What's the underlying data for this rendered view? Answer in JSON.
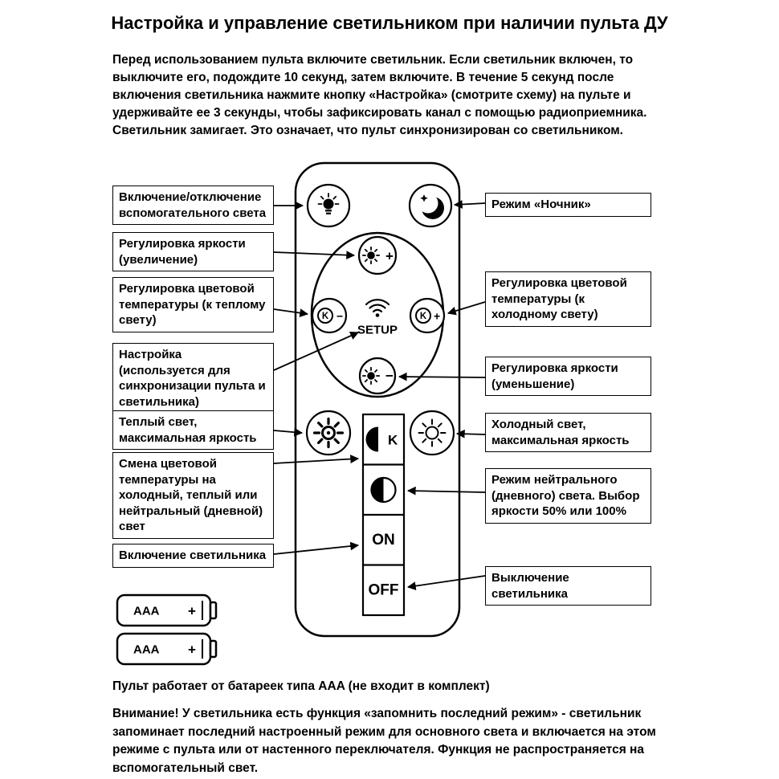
{
  "page": {
    "title": "Настройка и управление светильником при наличии пульта ДУ",
    "intro": "Перед использованием пульта включите светильник. Если светильник включен, то выключите его, подождите 10 секунд, затем включите. В течение 5 секунд после включения светильника нажмите кнопку «Настройка» (смотрите схему) на пульте и удерживайте ее 3 секунды, чтобы зафиксировать канал с помощью радиоприемника. Светильник замигает. Это означает, что пульт синхронизирован со светильником.",
    "battery_note": "Пульт работает от батареек типа AAA (не входит в комплект)",
    "warning": "Внимание! У светильника есть функция «запомнить последний режим» - светильник запоминает последний настроенный режим для основного света и включается на этом режиме с пульта или от настенного переключателя. Функция не распространяется на вспомогательный свет."
  },
  "labels": {
    "left": [
      {
        "text": "Включение/отключение вспомогательного света"
      },
      {
        "text": "Регулировка яркости (увеличение)"
      },
      {
        "text": "Регулировка цветовой температуры (к теплому свету)"
      },
      {
        "text": "Настройка (используется для синхронизации пульта и светильника)"
      },
      {
        "text": "Теплый свет, максимальная яркость"
      },
      {
        "text": "Смена цветовой температуры на холодный, теплый или нейтральный (дневной) свет"
      },
      {
        "text": "Включение светильника"
      }
    ],
    "right": [
      {
        "text": "Режим «Ночник»"
      },
      {
        "text": "Регулировка цветовой температуры (к холодному свету)"
      },
      {
        "text": "Регулировка яркости (уменьшение)"
      },
      {
        "text": "Холодный свет, максимальная яркость"
      },
      {
        "text": "Режим нейтрального (дневного) света. Выбор яркости 50% или 100%"
      },
      {
        "text": "Выключение светильника"
      }
    ]
  },
  "remote": {
    "setup": "SETUP",
    "on": "ON",
    "off": "OFF",
    "k": "K",
    "plus": "+",
    "minus": "−"
  },
  "battery": {
    "label": "AAA",
    "plus": "+"
  },
  "colors": {
    "ink": "#000000",
    "background": "#ffffff"
  }
}
